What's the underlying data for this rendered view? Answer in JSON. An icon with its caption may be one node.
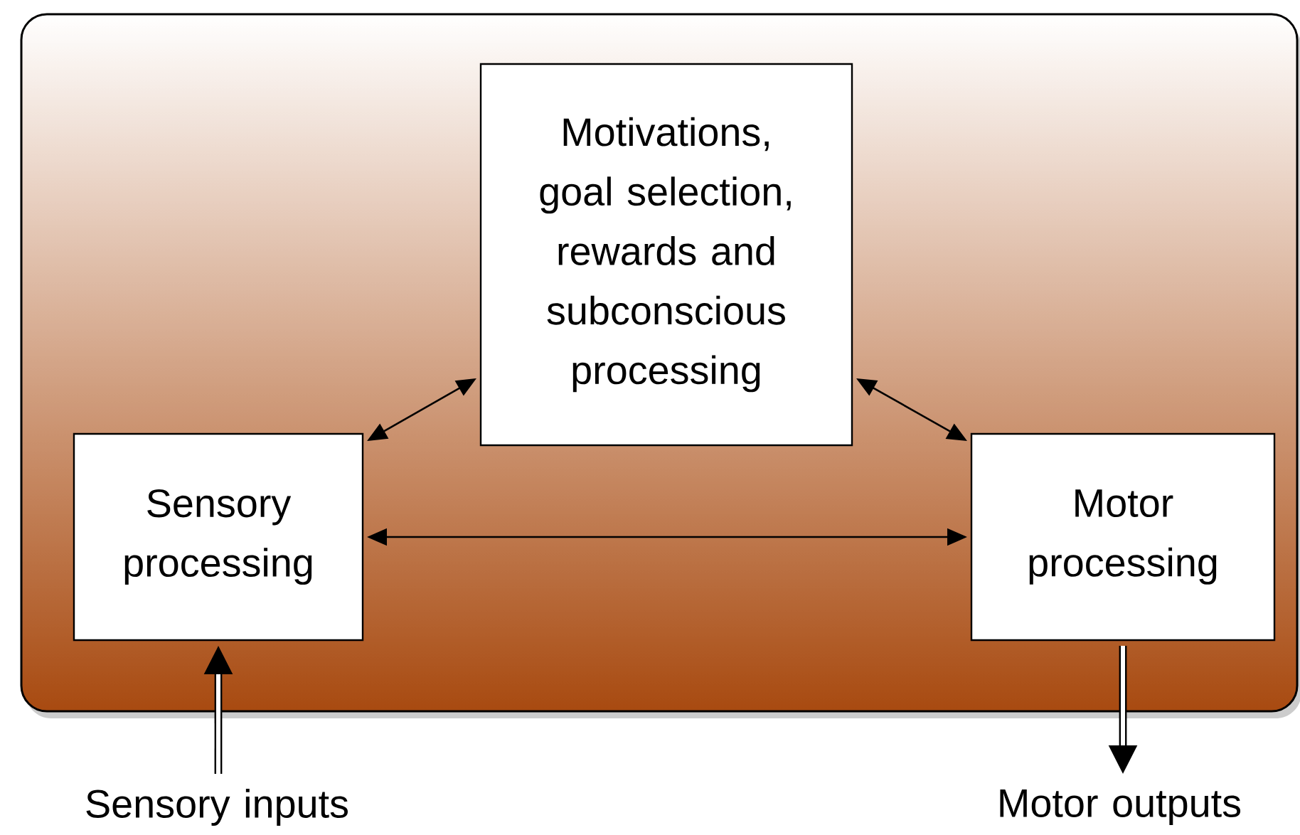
{
  "diagram": {
    "nodes": [
      {
        "text": [],
        "shape": "box"
      },
      {
        "text": [
          "Motivations, goal selection, rewards and subconscious processing"
        ],
        "in": 0
      },
      {
        "text": [
          "Sensory processing"
        ],
        "in": 0
      },
      {
        "text": [
          "Motor processing"
        ],
        "in": 0
      },
      {
        "text": [
          "Sensory inputs"
        ]
      },
      {
        "text": [
          "Motor outputs"
        ]
      }
    ],
    "edges": [
      {
        "from": 2,
        "to": 1,
        "arrow": "both"
      },
      {
        "from": 1,
        "to": 3,
        "arrow": "both"
      },
      {
        "from": 2,
        "to": 3,
        "arrow": "both"
      },
      {
        "from": 4,
        "to": 2,
        "arrow": "to",
        "style": "thick"
      },
      {
        "from": 3,
        "to": 5,
        "arrow": "to",
        "style": "thick"
      }
    ]
  }
}
